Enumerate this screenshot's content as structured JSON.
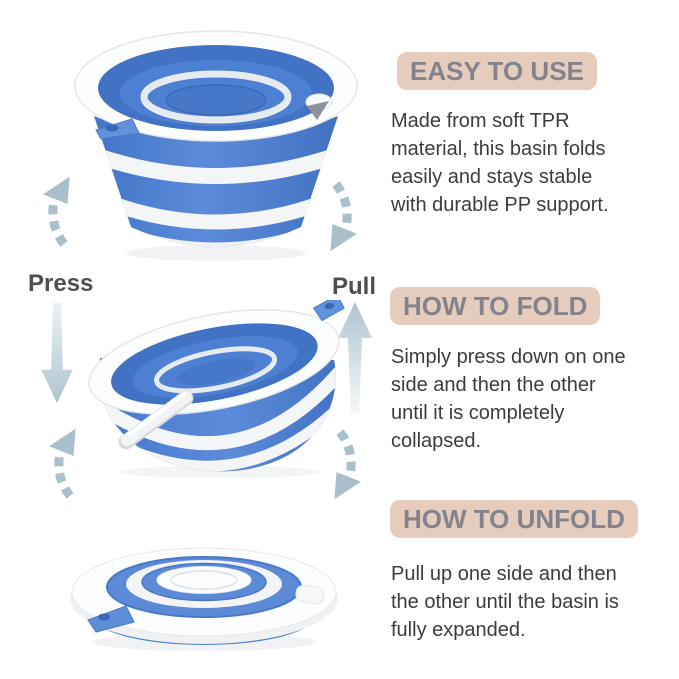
{
  "colors": {
    "badge_background": "#e6ccbd",
    "badge_text": "#83838d",
    "body_text": "#3c3c3c",
    "label_text": "#4f4f4f",
    "dashed_arrow": "#a9bfca",
    "bucket_blue": "#4d80d3",
    "bucket_rim_white": "#fcfdfd"
  },
  "sections": [
    {
      "title": "EASY TO USE",
      "body": "Made from soft TPR\nmaterial, this basin folds\neasily and stays stable\nwith durable PP support."
    },
    {
      "title": "HOW TO FOLD",
      "body": "Simply press down on one\nside and then the other\nuntil it is completely\ncollapsed."
    },
    {
      "title": "HOW TO UNFOLD",
      "body": "Pull up one side and then\nthe other until the basin is\nfully expanded."
    }
  ],
  "annotations": {
    "press_label": "Press",
    "pull_label": "Pull"
  },
  "icons": {
    "rotate_arrows": "dashed-curved-rotate-arrow-icon",
    "press_arrow": "press-down-arrow-icon",
    "pull_arrow": "pull-up-arrow-icon"
  }
}
